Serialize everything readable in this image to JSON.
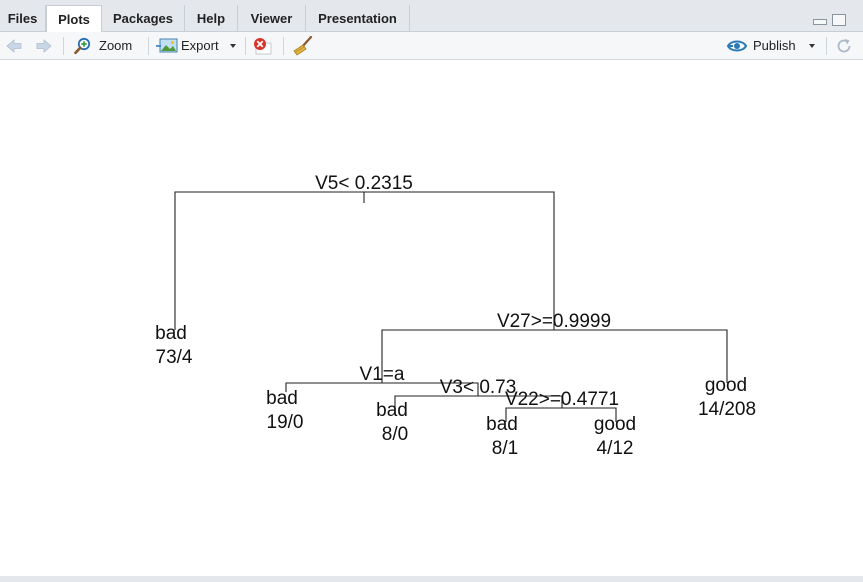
{
  "tabs": [
    {
      "label": "Files",
      "active": false
    },
    {
      "label": "Plots",
      "active": true
    },
    {
      "label": "Packages",
      "active": false
    },
    {
      "label": "Help",
      "active": false
    },
    {
      "label": "Viewer",
      "active": false
    },
    {
      "label": "Presentation",
      "active": false
    }
  ],
  "toolbar": {
    "back_icon": "arrow-left-icon",
    "forward_icon": "arrow-right-icon",
    "zoom_label": "Zoom",
    "export_label": "Export",
    "remove_icon": "remove-plot-icon",
    "clear_icon": "broom-icon",
    "publish_label": "Publish",
    "refresh_icon": "refresh-icon"
  },
  "colors": {
    "accent": "#2a7ab8",
    "remove_red": "#d9342b",
    "tab_bg": "#e4e8ed"
  },
  "chart_data": {
    "type": "tree",
    "splits": [
      {
        "id": "root",
        "label": "V5< 0.2315"
      },
      {
        "id": "n2",
        "label": "V27>=0.9999"
      },
      {
        "id": "n3",
        "label": "V1=a"
      },
      {
        "id": "n4",
        "label": "V3< 0.73"
      },
      {
        "id": "n5",
        "label": "V22>=0.4771"
      }
    ],
    "leaves": [
      {
        "id": "l1",
        "class": "bad",
        "counts": "73/4"
      },
      {
        "id": "l2",
        "class": "bad",
        "counts": "19/0"
      },
      {
        "id": "l3",
        "class": "bad",
        "counts": "8/0"
      },
      {
        "id": "l4",
        "class": "bad",
        "counts": "8/1"
      },
      {
        "id": "l5",
        "class": "good",
        "counts": "4/12"
      },
      {
        "id": "l6",
        "class": "good",
        "counts": "14/208"
      }
    ]
  }
}
